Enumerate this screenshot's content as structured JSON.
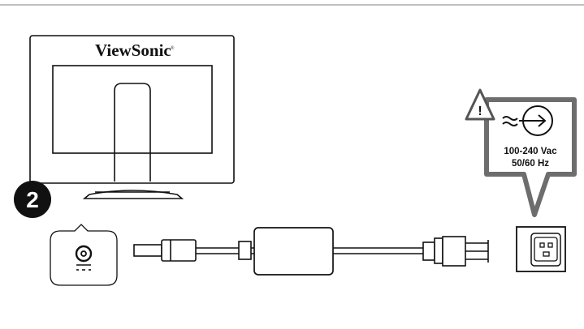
{
  "monitor": {
    "brand": "ViewSonic",
    "trademark": "®"
  },
  "step": {
    "number": "2"
  },
  "power_spec": {
    "warning_symbol": "!",
    "voltage": "100-240 Vac",
    "frequency": "50/60 Hz"
  },
  "colors": {
    "line": "#111111",
    "callout_border": "#6d6d6d",
    "callout_warning": "#555555",
    "step_badge": "#111111",
    "top_rule": "#9a9a9a"
  },
  "icons": [
    "warning-triangle-icon",
    "ac-input-icon",
    "dc-jack-icon",
    "dc-polarity-icon",
    "ac-outlet-icon"
  ]
}
